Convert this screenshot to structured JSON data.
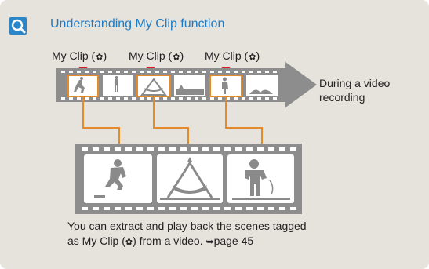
{
  "header": {
    "icon": "search-icon",
    "title": "Understanding My Clip function"
  },
  "clip_labels": [
    "My Clip (",
    "My Clip (",
    "My Clip ("
  ],
  "clip_label_close": ")",
  "clip_icon": "my-clip-icon",
  "description": [
    "During a video",
    "recording"
  ],
  "caption": {
    "line1": "You can extract and play back the scenes tagged",
    "line2_before": "as My Clip (",
    "line2_after": ") from a video.",
    "page_ref": "page 45"
  },
  "colors": {
    "background": "#e6e2dc",
    "title": "#1f7cc4",
    "icon": "#2a86c9",
    "film": "#8d8d8d",
    "frame_highlight": "#e58a29",
    "marker": "#d51d2c",
    "connector": "#e58a29"
  }
}
